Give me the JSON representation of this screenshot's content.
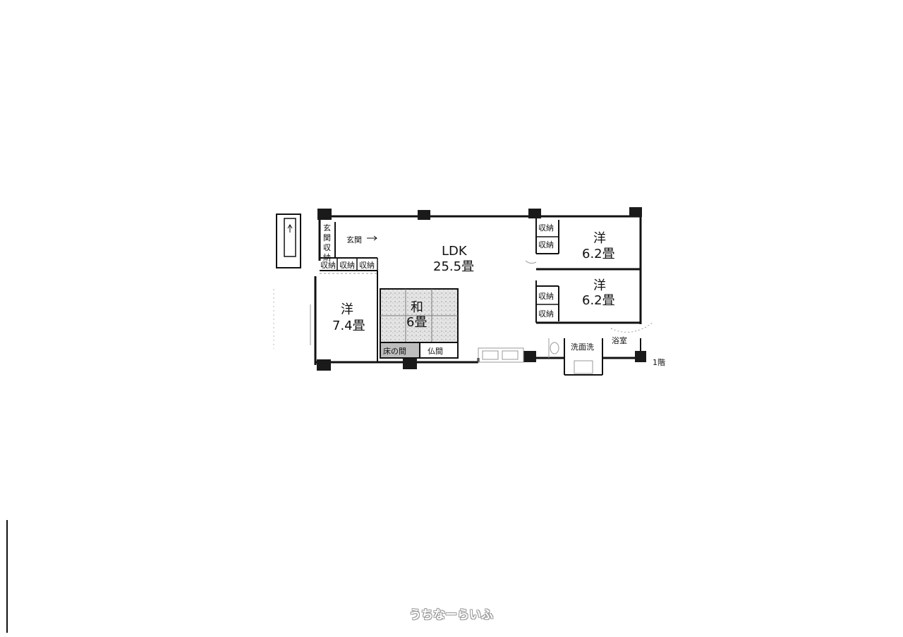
{
  "floor_label": "1階",
  "rooms": {
    "ldk": {
      "name": "LDK",
      "size": "25.5畳"
    },
    "west_room": {
      "name": "洋",
      "size": "7.4畳"
    },
    "japanese_room": {
      "name": "和",
      "size": "6畳"
    },
    "ne_room": {
      "name": "洋",
      "size": "6.2畳"
    },
    "e_room": {
      "name": "洋",
      "size": "6.2畳"
    }
  },
  "labels": {
    "entrance": "玄関",
    "entrance_storage": [
      "玄",
      "関",
      "収",
      "納"
    ],
    "storage": "収納",
    "tokonoma": "床の間",
    "butsuma": "仏間",
    "washroom": "洗面洗",
    "bathroom": "浴室"
  },
  "watermark": "うちなーらいふ",
  "colors": {
    "wall": "#111111",
    "tatami": "#d8d8d8",
    "column": "#1a1a1a"
  }
}
